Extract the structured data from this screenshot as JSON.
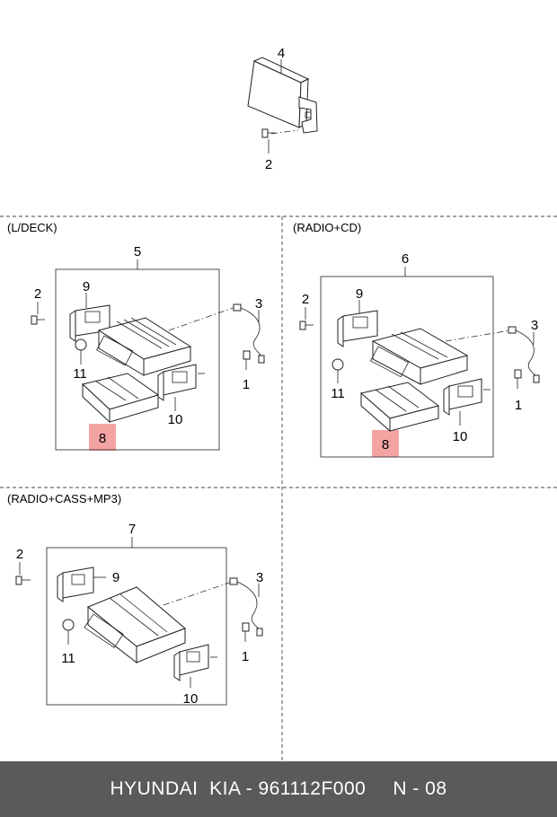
{
  "diagram": {
    "sections": {
      "ldeck": "(L/DECK)",
      "radio_cd": "(RADIO+CD)",
      "radio_cass_mp3": "(RADIO+CASS+MP3)"
    },
    "labels": {
      "top_4": "4",
      "top_2": "2",
      "a_5": "5",
      "a_9": "9",
      "a_2": "2",
      "a_3": "3",
      "a_11": "11",
      "a_1": "1",
      "a_10": "10",
      "a_8": "8",
      "b_6": "6",
      "b_9": "9",
      "b_2": "2",
      "b_3": "3",
      "b_11": "11",
      "b_1": "1",
      "b_10": "10",
      "b_8": "8",
      "c_7": "7",
      "c_9": "9",
      "c_2": "2",
      "c_3": "3",
      "c_11": "11",
      "c_1": "1",
      "c_10": "10"
    },
    "highlight_color": "#f4a3a3"
  },
  "footer": {
    "brand": "HYUNDAI  KIA - 961112F000",
    "page": "N - 08"
  }
}
